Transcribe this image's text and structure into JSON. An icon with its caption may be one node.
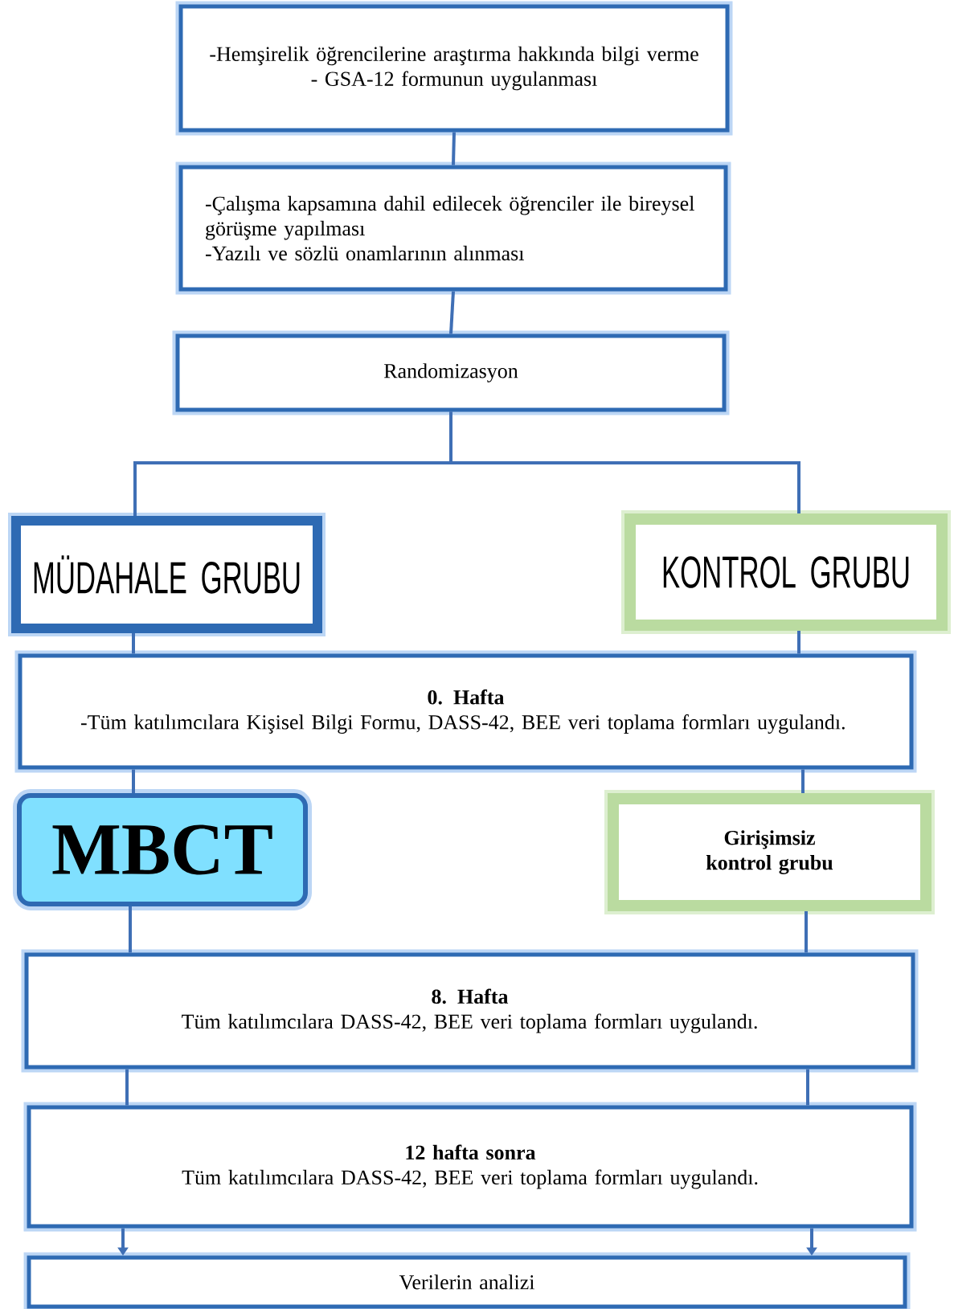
{
  "diagram": {
    "nodes": [
      {
        "text": [
          "-Hemşirelik öğrencilerine araştırma hakkında bilgi verme",
          "- GSA-12 formunun uygulanması"
        ]
      },
      {
        "text": [
          "-Çalışma kapsamına dahil edilecek öğrenciler ile bireysel görüşme yapılması",
          "-Yazılı ve sözlü onamlarının alınması"
        ]
      },
      {
        "text": [
          "Randomizasyon"
        ]
      },
      {
        "text": [
          "MÜDAHALE GRUBU"
        ]
      },
      {
        "text": [
          "KONTROL GRUBU"
        ]
      },
      {
        "text": [
          "0. Hafta",
          "-Tüm katılımcılara Kişisel Bilgi Formu, DASS-42, BEE veri toplama formları uygulandı."
        ]
      },
      {
        "text": [
          "MBCT"
        ]
      },
      {
        "text": [
          "Girişimsiz kontrol grubu"
        ]
      },
      {
        "text": [
          "8. Hafta",
          "Tüm katılımcılara DASS-42, BEE veri toplama formları uygulandı."
        ]
      },
      {
        "text": [
          "12 hafta sonra",
          "Tüm katılımcılara DASS-42, BEE veri toplama formları uygulandı."
        ]
      },
      {
        "text": [
          "Verilerin analizi"
        ]
      }
    ],
    "edges": [
      {
        "from": 0,
        "to": 1,
        "arrow": "none"
      },
      {
        "from": 1,
        "to": 2,
        "arrow": "none"
      },
      {
        "from": 2,
        "to": 3,
        "arrow": "none"
      },
      {
        "from": 2,
        "to": 4,
        "arrow": "none"
      },
      {
        "from": 3,
        "to": 5,
        "arrow": "none"
      },
      {
        "from": 4,
        "to": 5,
        "arrow": "none"
      },
      {
        "from": 5,
        "to": 6,
        "arrow": "none"
      },
      {
        "from": 5,
        "to": 7,
        "arrow": "none"
      },
      {
        "from": 6,
        "to": 8,
        "arrow": "none"
      },
      {
        "from": 7,
        "to": 8,
        "arrow": "none"
      },
      {
        "from": 8,
        "to": 9,
        "arrow": "none"
      },
      {
        "from": 8,
        "to": 9,
        "arrow": "none"
      },
      {
        "from": 9,
        "to": 10,
        "arrow": "to"
      },
      {
        "from": 9,
        "to": 10,
        "arrow": "to"
      }
    ]
  }
}
